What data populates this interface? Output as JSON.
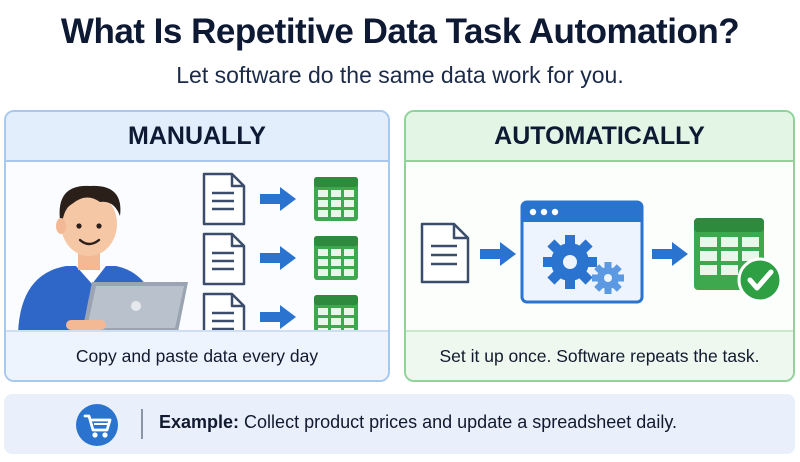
{
  "header": {
    "title": "What Is Repetitive Data Task Automation?",
    "subtitle": "Let software do the same data work for you."
  },
  "manual_panel": {
    "title": "MANUALLY",
    "caption": "Copy and paste data every day"
  },
  "auto_panel": {
    "title": "AUTOMATICALLY",
    "caption": "Set it up once. Software repeats the task."
  },
  "example": {
    "label": "Example:",
    "text": " Collect product prices and update a spreadsheet daily."
  },
  "icons": {
    "document": "document-icon",
    "arrow": "arrow-right-icon",
    "spreadsheet": "spreadsheet-icon",
    "gears": "gears-icon",
    "check": "check-icon",
    "cart": "shopping-cart-icon",
    "person": "person-at-laptop-illustration"
  },
  "colors": {
    "manual_accent": "#2a74cf",
    "auto_accent": "#2ea043",
    "spreadsheet_green": "#3ea84f",
    "document_outline": "#3b4d6b"
  }
}
